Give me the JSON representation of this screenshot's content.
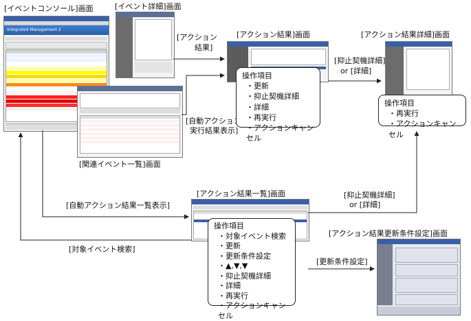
{
  "labels": {
    "event_console": "[イベントコンソール]画面",
    "event_detail": "[イベント詳細]画面",
    "action_result": "[アクション結果]画面",
    "action_result_detail": "[アクション結果詳細]画面",
    "related_events": "[関連イベント一覧]画面",
    "action_result_list": "[アクション結果一覧]画面",
    "action_result_update": "[アクション結果更新条件設定]画面"
  },
  "screens": {
    "console_title": "Integrated Management 2"
  },
  "arrow_labels": {
    "action_result_1": "[アクション",
    "action_result_2": "結果]",
    "auto_action_1": "[自動アクション",
    "auto_action_2": "実行結果表示]",
    "suppress_1": "[抑止契機詳細]",
    "suppress_2": "or [詳細]",
    "suppress_b1": "[抑止契機詳細]",
    "suppress_b2": "or [詳細]",
    "auto_list": "[自動アクション結果一覧表示]",
    "target_search": "[対象イベント検索]",
    "update_cond": "[更新条件設定]"
  },
  "callouts": {
    "action_result": {
      "header": "操作項目",
      "items": [
        "・更新",
        "・抑止契機詳細",
        "・詳細",
        "・再実行",
        "・アクションキャンセル"
      ]
    },
    "action_result_detail": {
      "header": "操作項目",
      "items": [
        "・再実行",
        "・アクションキャンセル"
      ]
    },
    "action_result_list": {
      "header": "操作項目",
      "items": [
        "・対象イベント検索",
        "・更新",
        "・更新条件設定",
        "・▲,▼,▼",
        "・抑止契機詳細",
        "・詳細",
        "・再実行",
        "・アクションキャンセル"
      ]
    }
  }
}
